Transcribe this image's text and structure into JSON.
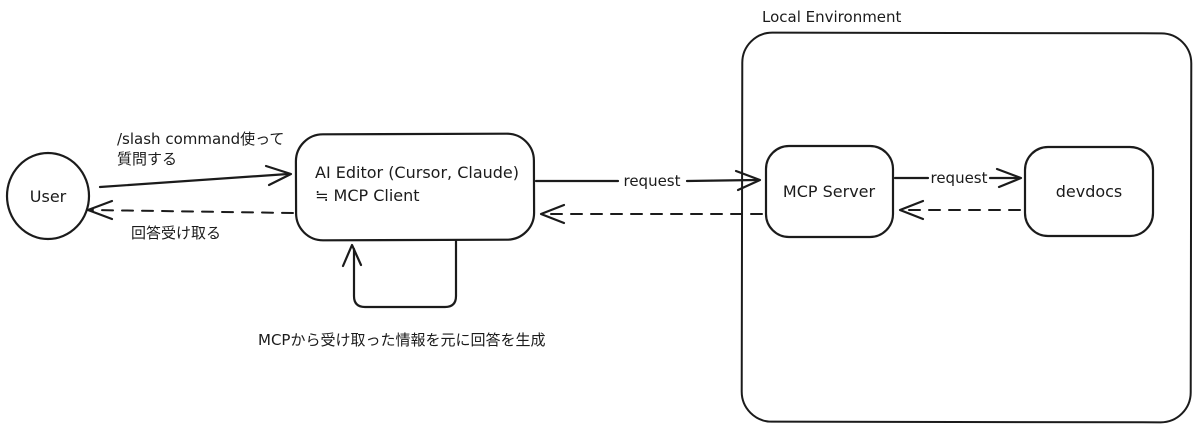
{
  "diagram": {
    "container": {
      "label": "Local Environment"
    },
    "nodes": {
      "user": {
        "label": "User"
      },
      "ai_editor": {
        "label_line1": "AI Editor (Cursor, Claude)",
        "label_line2": "≒ MCP Client"
      },
      "mcp_server": {
        "label": "MCP Server"
      },
      "devdocs": {
        "label": "devdocs"
      }
    },
    "edges": {
      "user_to_editor": {
        "label_line1": "/slash command使って",
        "label_line2": "質問する",
        "style": "solid"
      },
      "editor_to_user": {
        "label": "回答受け取る",
        "style": "dashed"
      },
      "editor_to_server": {
        "label": "request",
        "style": "solid"
      },
      "server_to_editor": {
        "label": "",
        "style": "dashed"
      },
      "server_to_devdocs": {
        "label": "request",
        "style": "solid"
      },
      "devdocs_to_server": {
        "label": "",
        "style": "dashed"
      },
      "editor_self_loop": {
        "label": "MCPから受け取った情報を元に回答を生成",
        "style": "solid"
      }
    },
    "colors": {
      "stroke": "#1b1b1b",
      "background": "#ffffff"
    }
  }
}
